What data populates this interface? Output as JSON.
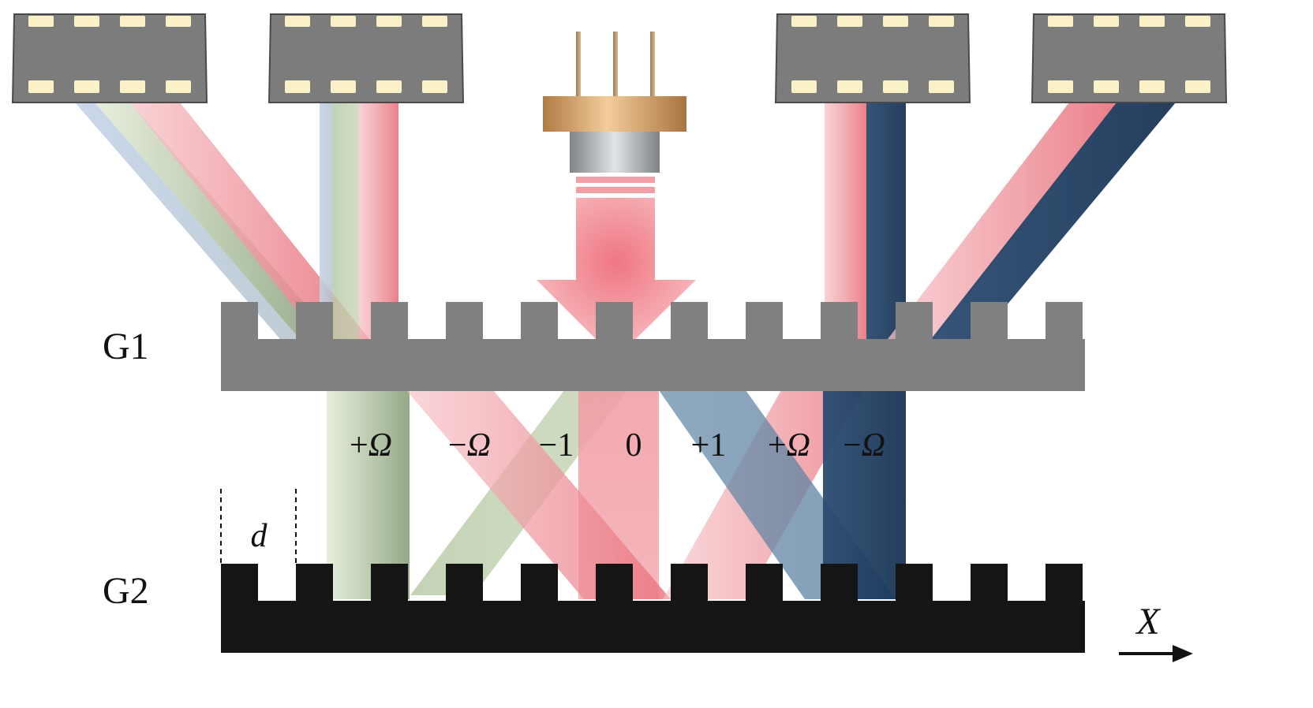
{
  "gratings": {
    "g1": {
      "label": "G1",
      "color": "#808080"
    },
    "g2": {
      "label": "G2",
      "color": "#151515"
    }
  },
  "orders": [
    {
      "text": "+Ω",
      "sign": "+",
      "sym": "Ω"
    },
    {
      "text": "−Ω",
      "sign": "−",
      "sym": "Ω"
    },
    {
      "text": "−1",
      "sign": "−",
      "sym": "1"
    },
    {
      "text": "0",
      "sign": "",
      "sym": "0"
    },
    {
      "text": "+1",
      "sign": "+",
      "sym": "1"
    },
    {
      "text": "+Ω",
      "sign": "+",
      "sym": "Ω"
    },
    {
      "text": "−Ω",
      "sign": "−",
      "sym": "Ω"
    }
  ],
  "period_label": "d",
  "axis_label": "X",
  "colors": {
    "red_beam": "#ee7d86",
    "green_beam": "#b5c9a6",
    "blue_beam": "#5f84a3",
    "navy_beam": "#1e3a5f",
    "lightblue_beam": "#b9c8de",
    "detector_body": "#7c7c7c",
    "detector_pad": "#fbf1c6",
    "laser_flange": "#c8955e",
    "laser_can": "#a6aaad"
  },
  "icons": [
    "photodetector-icon",
    "laser-diode-icon",
    "arrow-right-icon"
  ]
}
